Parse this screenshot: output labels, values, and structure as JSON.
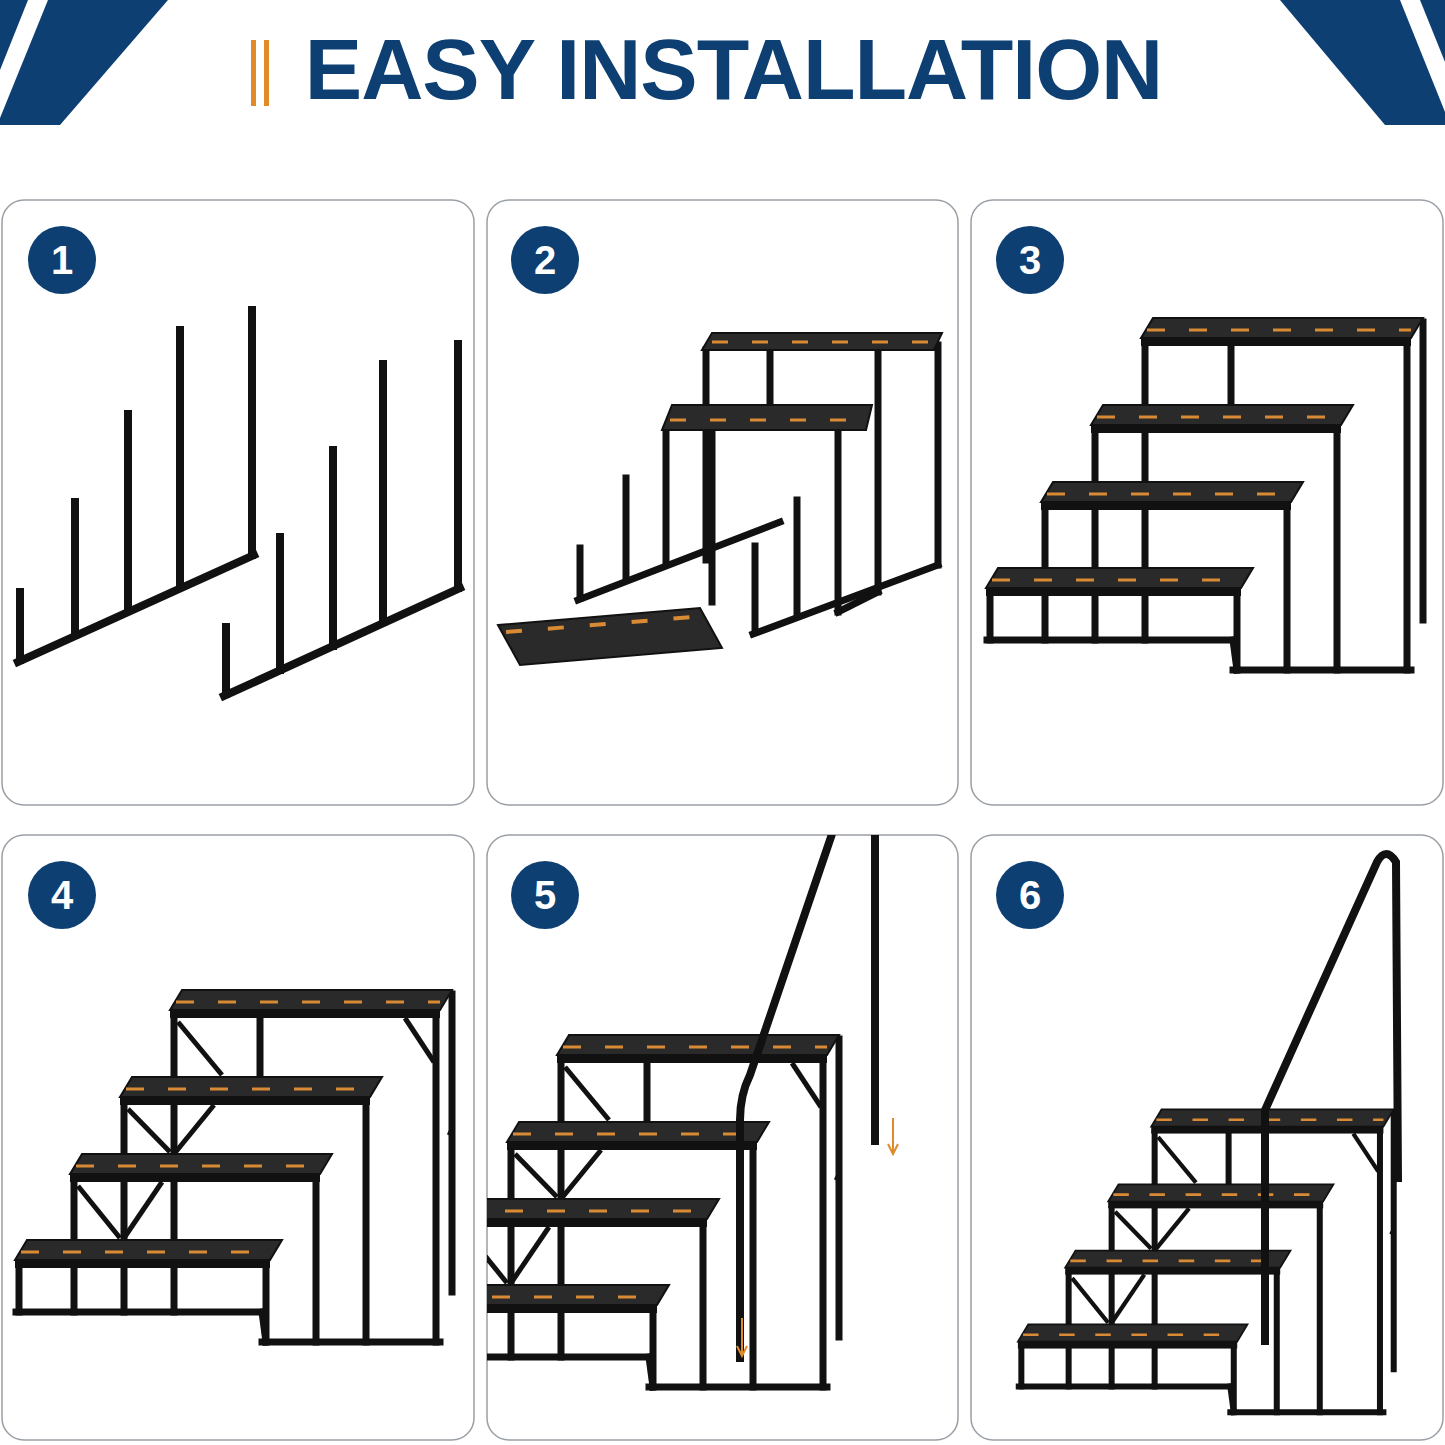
{
  "diagram": {
    "title": "EASY INSTALLATION",
    "nodes": [
      {
        "text": [
          "1"
        ]
      },
      {
        "text": [
          "2"
        ]
      },
      {
        "text": [
          "3"
        ]
      },
      {
        "text": [
          "4"
        ]
      },
      {
        "text": [
          "5"
        ]
      },
      {
        "text": [
          "6"
        ]
      }
    ]
  }
}
